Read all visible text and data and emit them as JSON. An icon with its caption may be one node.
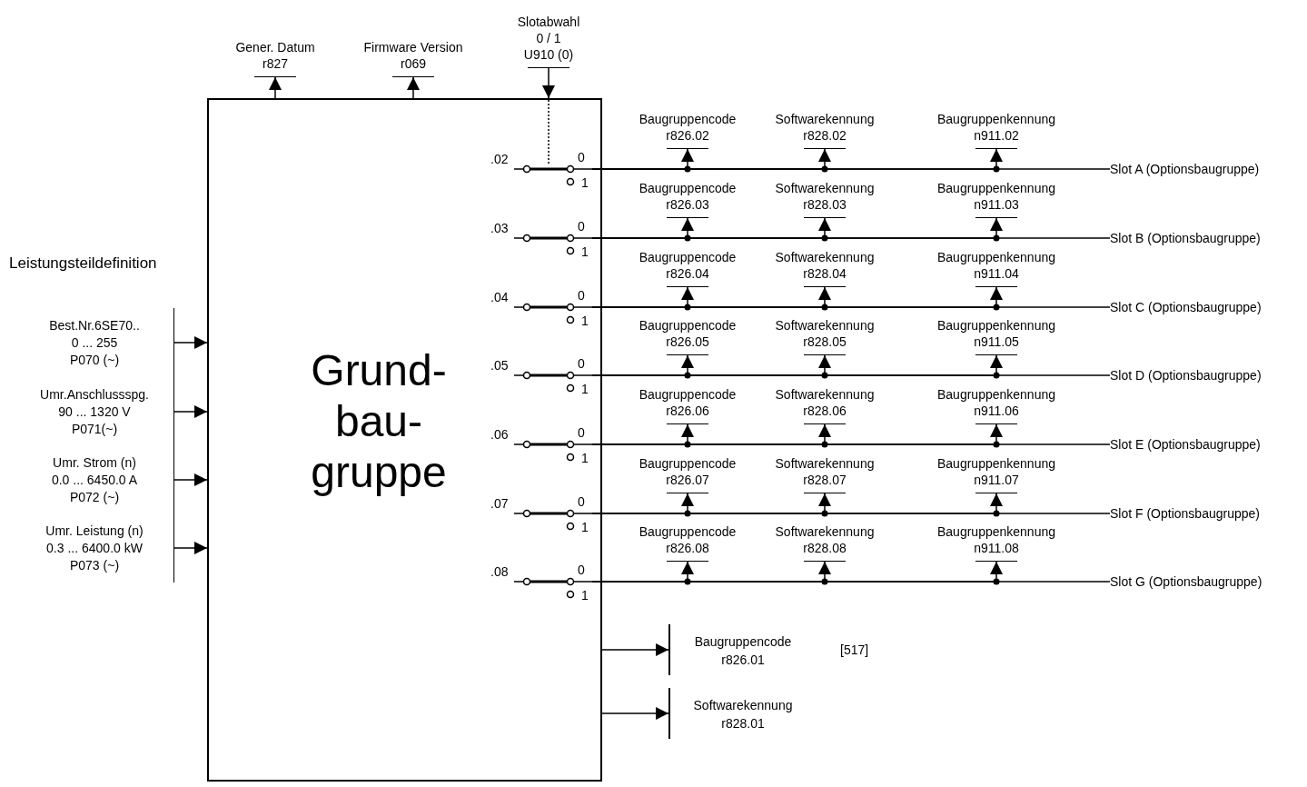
{
  "diagram": {
    "nodes": [
      {
        "text": [
          "Grund- bau- gruppe"
        ]
      },
      {
        "text": [
          "Gener. Datum",
          "r827"
        ]
      },
      {
        "text": [
          "Firmware Version",
          "r069"
        ]
      },
      {
        "text": [
          "Slotabwahl",
          "0 / 1",
          "U910 (0)"
        ]
      },
      {
        "text": [
          ".02",
          "0",
          "1"
        ],
        "in": 0
      },
      {
        "text": [
          "Baugruppencode",
          "r826.02"
        ]
      },
      {
        "text": [
          "Softwarekennung",
          "r828.02"
        ]
      },
      {
        "text": [
          "Baugruppenkennung",
          "n911.02"
        ]
      },
      {
        "text": [
          "Slot A (Optionsbaugruppe)"
        ]
      },
      {
        "text": [
          ".03",
          "0",
          "1"
        ],
        "in": 0
      },
      {
        "text": [
          "Baugruppencode",
          "r826.03"
        ]
      },
      {
        "text": [
          "Softwarekennung",
          "r828.03"
        ]
      },
      {
        "text": [
          "Baugruppenkennung",
          "n911.03"
        ]
      },
      {
        "text": [
          "Slot B (Optionsbaugruppe)"
        ]
      },
      {
        "text": [
          ".04",
          "0",
          "1"
        ],
        "in": 0
      },
      {
        "text": [
          "Baugruppencode",
          "r826.04"
        ]
      },
      {
        "text": [
          "Softwarekennung",
          "r828.04"
        ]
      },
      {
        "text": [
          "Baugruppenkennung",
          "n911.04"
        ]
      },
      {
        "text": [
          "Slot C (Optionsbaugruppe)"
        ]
      },
      {
        "text": [
          ".05",
          "0",
          "1"
        ],
        "in": 0
      },
      {
        "text": [
          "Baugruppencode",
          "r826.05"
        ]
      },
      {
        "text": [
          "Softwarekennung",
          "r828.05"
        ]
      },
      {
        "text": [
          "Baugruppenkennung",
          "n911.05"
        ]
      },
      {
        "text": [
          "Slot D (Optionsbaugruppe)"
        ]
      },
      {
        "text": [
          ".06",
          "0",
          "1"
        ],
        "in": 0
      },
      {
        "text": [
          "Baugruppencode",
          "r826.06"
        ]
      },
      {
        "text": [
          "Softwarekennung",
          "r828.06"
        ]
      },
      {
        "text": [
          "Baugruppenkennung",
          "n911.06"
        ]
      },
      {
        "text": [
          "Slot E (Optionsbaugruppe)"
        ]
      },
      {
        "text": [
          ".07",
          "0",
          "1"
        ],
        "in": 0
      },
      {
        "text": [
          "Baugruppencode",
          "r826.07"
        ]
      },
      {
        "text": [
          "Softwarekennung",
          "r828.07"
        ]
      },
      {
        "text": [
          "Baugruppenkennung",
          "n911.07"
        ]
      },
      {
        "text": [
          "Slot F (Optionsbaugruppe)"
        ]
      },
      {
        "text": [
          ".08",
          "0",
          "1"
        ],
        "in": 0
      },
      {
        "text": [
          "Baugruppencode",
          "r826.08"
        ]
      },
      {
        "text": [
          "Softwarekennung",
          "r828.08"
        ]
      },
      {
        "text": [
          "Baugruppenkennung",
          "n911.08"
        ]
      },
      {
        "text": [
          "Slot G (Optionsbaugruppe)"
        ]
      },
      {
        "text": [
          "Best.Nr.6SE70..",
          "0 ... 255",
          "P070 (~)"
        ]
      },
      {
        "text": [
          "Umr.Anschlussspg.",
          "90 ... 1320 V",
          "P071(~)"
        ]
      },
      {
        "text": [
          "Umr. Strom (n)",
          "0.0 ... 6450.0 A",
          "P072 (~)"
        ]
      },
      {
        "text": [
          "Umr. Leistung (n)",
          "0.3 ... 6400.0 kW",
          "P073 (~)"
        ]
      },
      {
        "text": [
          "Baugruppencode",
          "r826.01"
        ]
      },
      {
        "text": [
          "Softwarekennung",
          "r828.01"
        ]
      }
    ],
    "edges": [
      {
        "from": 0,
        "to": 1,
        "arrow": "to"
      },
      {
        "from": 0,
        "to": 2,
        "arrow": "to"
      },
      {
        "from": 3,
        "to": 0,
        "arrow": "to"
      },
      {
        "from": 0,
        "to": 4,
        "arrow": "none",
        "style": "dashed"
      },
      {
        "from": 4,
        "to": 5,
        "arrow": "to"
      },
      {
        "from": 4,
        "to": 6,
        "arrow": "to"
      },
      {
        "from": 4,
        "to": 7,
        "arrow": "to"
      },
      {
        "from": 4,
        "to": 8,
        "arrow": "none"
      },
      {
        "from": 9,
        "to": 10,
        "arrow": "to"
      },
      {
        "from": 9,
        "to": 11,
        "arrow": "to"
      },
      {
        "from": 9,
        "to": 12,
        "arrow": "to"
      },
      {
        "from": 9,
        "to": 13,
        "arrow": "none"
      },
      {
        "from": 14,
        "to": 15,
        "arrow": "to"
      },
      {
        "from": 14,
        "to": 16,
        "arrow": "to"
      },
      {
        "from": 14,
        "to": 17,
        "arrow": "to"
      },
      {
        "from": 14,
        "to": 18,
        "arrow": "none"
      },
      {
        "from": 19,
        "to": 20,
        "arrow": "to"
      },
      {
        "from": 19,
        "to": 21,
        "arrow": "to"
      },
      {
        "from": 19,
        "to": 22,
        "arrow": "to"
      },
      {
        "from": 19,
        "to": 23,
        "arrow": "none"
      },
      {
        "from": 24,
        "to": 25,
        "arrow": "to"
      },
      {
        "from": 24,
        "to": 26,
        "arrow": "to"
      },
      {
        "from": 24,
        "to": 27,
        "arrow": "to"
      },
      {
        "from": 24,
        "to": 28,
        "arrow": "none"
      },
      {
        "from": 29,
        "to": 30,
        "arrow": "to"
      },
      {
        "from": 29,
        "to": 31,
        "arrow": "to"
      },
      {
        "from": 29,
        "to": 32,
        "arrow": "to"
      },
      {
        "from": 29,
        "to": 33,
        "arrow": "none"
      },
      {
        "from": 34,
        "to": 35,
        "arrow": "to"
      },
      {
        "from": 34,
        "to": 36,
        "arrow": "to"
      },
      {
        "from": 34,
        "to": 37,
        "arrow": "to"
      },
      {
        "from": 34,
        "to": 38,
        "arrow": "none"
      },
      {
        "from": 39,
        "to": 0,
        "arrow": "to"
      },
      {
        "from": 40,
        "to": 0,
        "arrow": "to"
      },
      {
        "from": 41,
        "to": 0,
        "arrow": "to"
      },
      {
        "from": 42,
        "to": 0,
        "arrow": "to"
      },
      {
        "from": 0,
        "to": 43,
        "arrow": "to"
      },
      {
        "from": 0,
        "to": 44,
        "arrow": "to"
      }
    ],
    "labels": [
      "Leistungsteildefinition",
      "[517]"
    ]
  }
}
